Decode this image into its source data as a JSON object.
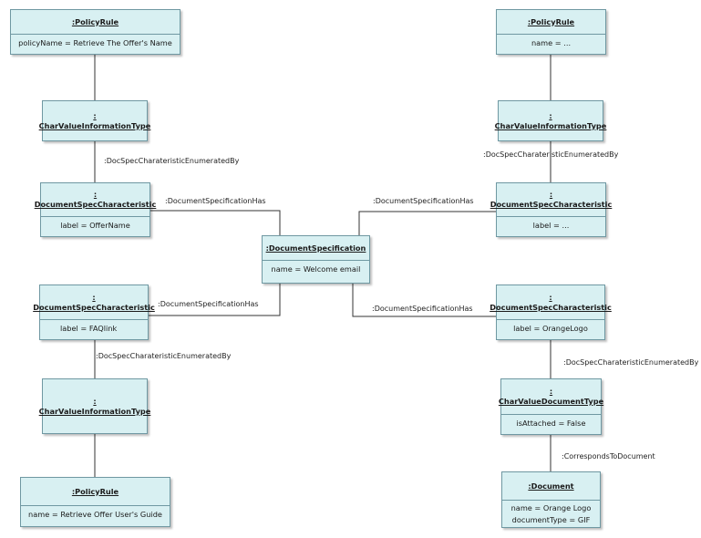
{
  "nodes": {
    "policy_rule_1": {
      "name": ":PolicyRule",
      "attrs": [
        "policyName = Retrieve The Offer's Name"
      ]
    },
    "policy_rule_2": {
      "name": ":PolicyRule",
      "attrs": [
        "name = ..."
      ]
    },
    "policy_rule_3": {
      "name": ":PolicyRule",
      "attrs": [
        "name = Retrieve Offer User's Guide"
      ]
    },
    "char_value_info_1": {
      "prefix": ":",
      "name": "CharValueInformationType"
    },
    "char_value_info_2": {
      "prefix": ":",
      "name": "CharValueInformationType"
    },
    "char_value_info_3": {
      "prefix": ":",
      "name": "CharValueInformationType"
    },
    "doc_spec_char_1": {
      "prefix": ":",
      "name": "DocumentSpecCharacteristic",
      "attrs": [
        "label = OfferName"
      ]
    },
    "doc_spec_char_2": {
      "prefix": ":",
      "name": "DocumentSpecCharacteristic",
      "attrs": [
        "label = ..."
      ]
    },
    "doc_spec_char_3": {
      "prefix": ":",
      "name": "DocumentSpecCharacteristic",
      "attrs": [
        "label = FAQlink"
      ]
    },
    "doc_spec_char_4": {
      "prefix": ":",
      "name": "DocumentSpecCharacteristic",
      "attrs": [
        "label = OrangeLogo"
      ]
    },
    "document_spec": {
      "name": ":DocumentSpecification",
      "attrs": [
        "name = Welcome email"
      ]
    },
    "char_value_doc_type": {
      "prefix": ":",
      "name": "CharValueDocumentType",
      "attrs": [
        "isAttached = False"
      ]
    },
    "document": {
      "name": ":Document",
      "attrs": [
        "name = Orange Logo",
        "documentType = GIF"
      ]
    }
  },
  "links": {
    "enum_by_1": ":DocSpecCharateristicEnumeratedBy",
    "enum_by_2": ":DocSpecCharateristicEnumeratedBy",
    "enum_by_3": ":DocSpecCharateristicEnumeratedBy",
    "enum_by_4": ":DocSpecCharateristicEnumeratedBy",
    "has_1": ":DocumentSpecificationHas",
    "has_2": ":DocumentSpecificationHas",
    "has_3": ":DocumentSpecificationHas",
    "has_4": ":DocumentSpecificationHas",
    "corresponds": ":CorrespondsToDocument"
  },
  "colors": {
    "node_fill": "#d8f0f2",
    "node_border": "#6f98a2",
    "line": "#333333"
  }
}
